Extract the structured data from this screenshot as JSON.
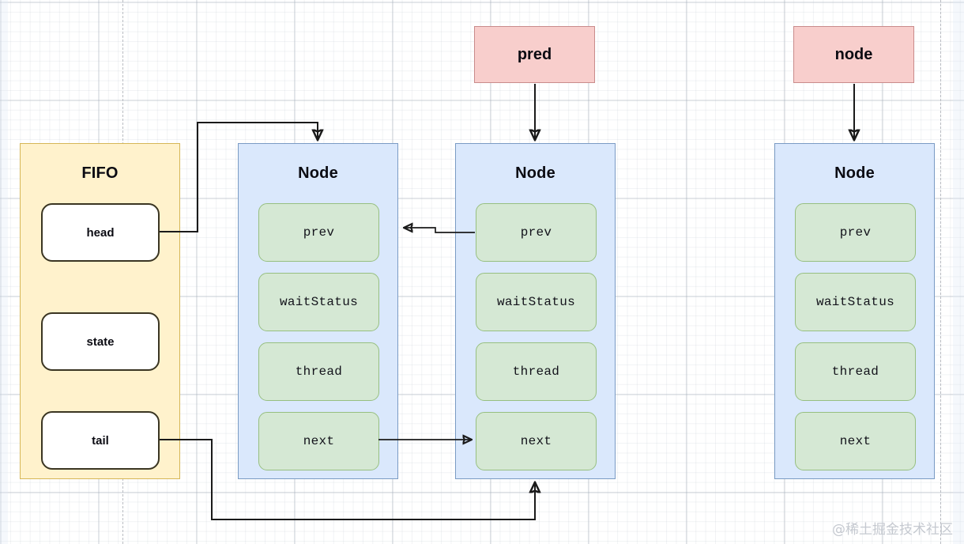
{
  "diagram": {
    "title": "AQS FIFO queue with Node structure",
    "watermark": "@稀土掘金技术社区",
    "colors": {
      "fifo_fill": "#fff2cc",
      "fifo_stroke": "#d6b656",
      "node_fill": "#dae8fc",
      "node_stroke": "#7a9bc4",
      "field_fill": "#d5e8d4",
      "field_stroke": "#97bf80",
      "pointer_fill": "#f8cecc",
      "pointer_stroke": "#c98b8b",
      "white_field_fill": "#ffffff",
      "white_field_stroke": "#3a3522",
      "connector": "#1a1a1a",
      "watermark": "#c5c9d0"
    }
  },
  "fifo": {
    "title": "FIFO",
    "fields": [
      {
        "label": "head"
      },
      {
        "label": "state"
      },
      {
        "label": "tail"
      }
    ]
  },
  "pointers": [
    {
      "label": "pred"
    },
    {
      "label": "node"
    }
  ],
  "nodes": [
    {
      "title": "Node",
      "fields": [
        {
          "label": "prev"
        },
        {
          "label": "waitStatus"
        },
        {
          "label": "thread"
        },
        {
          "label": "next"
        }
      ]
    },
    {
      "title": "Node",
      "fields": [
        {
          "label": "prev"
        },
        {
          "label": "waitStatus"
        },
        {
          "label": "thread"
        },
        {
          "label": "next"
        }
      ]
    },
    {
      "title": "Node",
      "fields": [
        {
          "label": "prev"
        },
        {
          "label": "waitStatus"
        },
        {
          "label": "thread"
        },
        {
          "label": "next"
        }
      ]
    }
  ],
  "connectors": [
    {
      "name": "head-to-node1",
      "from": "fifo.head",
      "to": "node1.top"
    },
    {
      "name": "tail-to-node2",
      "from": "fifo.tail",
      "to": "node2.bottom"
    },
    {
      "name": "pred-to-node2",
      "from": "pred",
      "to": "node2.top"
    },
    {
      "name": "node-to-node3",
      "from": "node",
      "to": "node3.top"
    },
    {
      "name": "node2-prev-to-node1",
      "from": "node2.prev",
      "to": "node1.prev"
    },
    {
      "name": "node1-next-to-node2",
      "from": "node1.next",
      "to": "node2.prev-row"
    }
  ]
}
